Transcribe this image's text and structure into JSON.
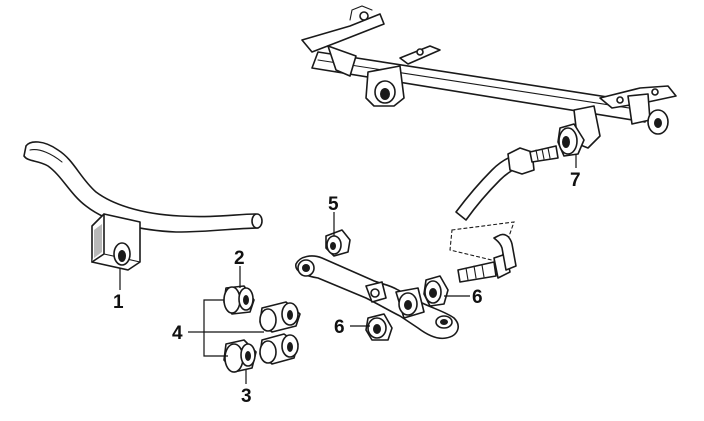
{
  "callouts": {
    "c1": "1",
    "c2": "2",
    "c3": "3",
    "c4": "4",
    "c5": "5",
    "c6a": "6",
    "c6b": "6",
    "c7": "7"
  },
  "colors": {
    "line": "#1a1a1a",
    "background": "#ffffff",
    "shading": "#b8b8b8"
  }
}
